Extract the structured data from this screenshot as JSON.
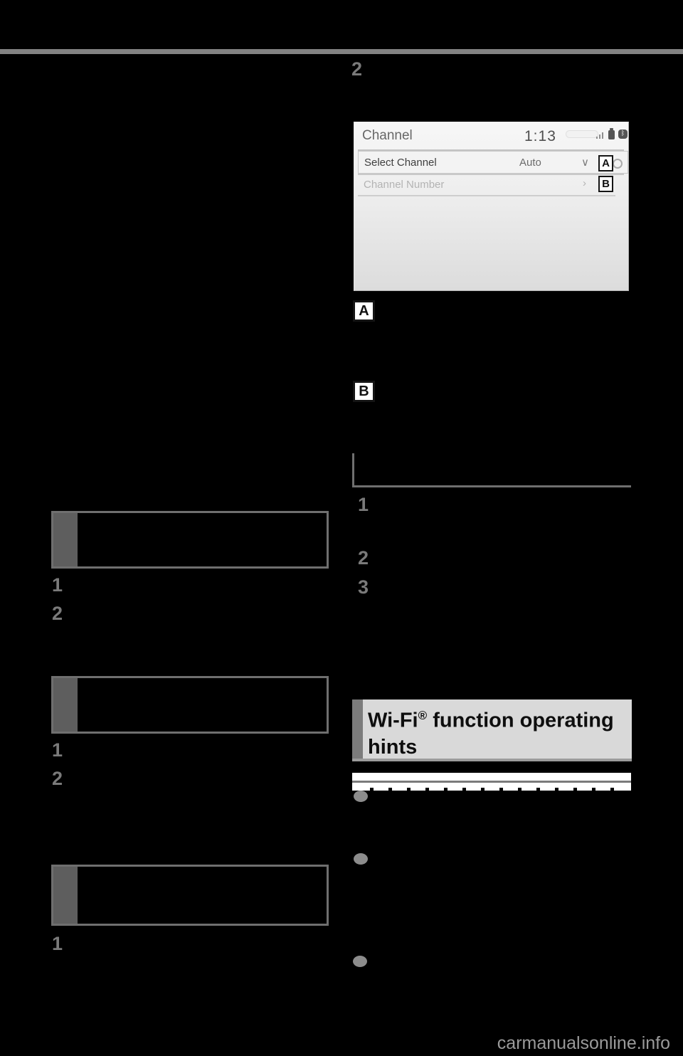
{
  "top_step": "2",
  "left_steps": [
    "1",
    "2",
    "1",
    "2",
    "1"
  ],
  "right_steps": [
    "1",
    "2",
    "3"
  ],
  "legend_markers": [
    "A",
    "B"
  ],
  "panel": {
    "title": "Channel",
    "time": "1:13",
    "rows": [
      {
        "label": "Select Channel",
        "value": "Auto",
        "marker": "A"
      },
      {
        "label": "Channel Number",
        "marker": "B"
      }
    ]
  },
  "icons": {
    "chevron_down": "∨",
    "chevron_right": "›",
    "bluetooth_glyph": "ᛒ"
  },
  "wifi_heading": {
    "brand": "Wi-Fi",
    "reg": "®",
    "rest": " function operating hints"
  },
  "watermark": "carmanualsonline.info",
  "colors": {
    "page_bg": "#000000",
    "top_rule": "#838383",
    "step_gray": "#7a7a7a",
    "callout_border": "#6f6f6f",
    "callout_accent": "#5e5e5e",
    "heading_bg": "#d9d9d9",
    "heading_accent": "#7c7c7c",
    "bullet": "#8c8c8c",
    "watermark": "#9a9a9a"
  }
}
